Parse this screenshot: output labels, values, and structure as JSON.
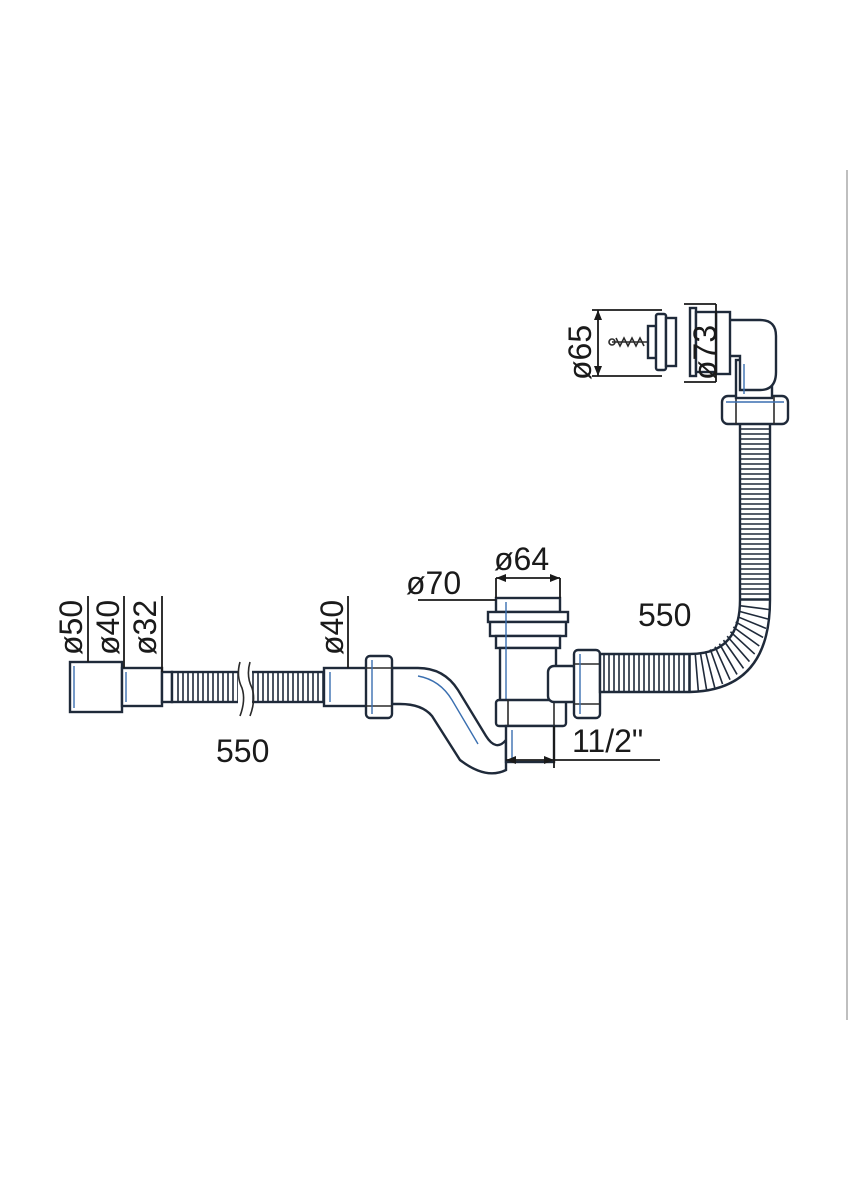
{
  "labels": {
    "outlet_d50": "ø50",
    "outlet_d40": "ø40",
    "outlet_d32": "ø32",
    "connector_d40": "ø40",
    "hose_left_length": "550",
    "body_d70": "ø70",
    "cap_d64": "ø64",
    "hose_right_length": "550",
    "thread_size": "11/2\"",
    "plug_d65": "ø65",
    "plug_d73": "ø73"
  },
  "colors": {
    "line": "#1f2a3a",
    "accent_blue": "#3a6fb0",
    "background": "#ffffff"
  }
}
